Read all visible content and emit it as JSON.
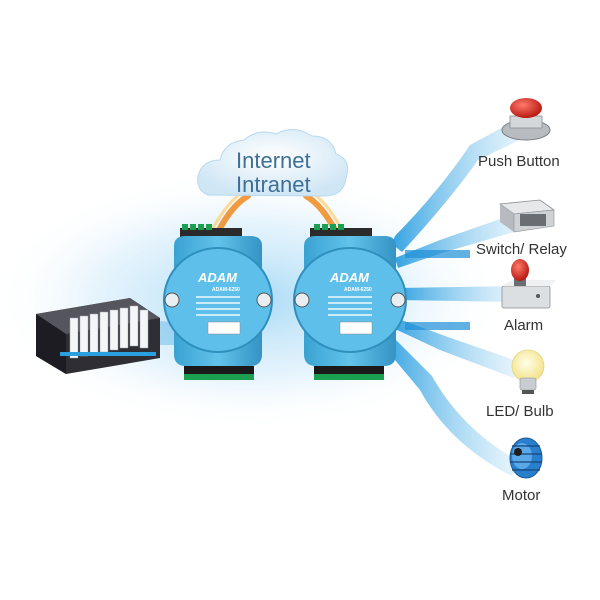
{
  "cloud": {
    "line1": "Internet",
    "line2": "Intranet"
  },
  "modules": [
    {
      "logo": "ADAM",
      "model": "ADAM-6250"
    },
    {
      "logo": "ADAM",
      "model": "ADAM-6250"
    }
  ],
  "devices": [
    {
      "label": "Push Button",
      "icon": "push-button-icon"
    },
    {
      "label": "Switch/ Relay",
      "icon": "relay-icon"
    },
    {
      "label": "Alarm",
      "icon": "alarm-light-icon"
    },
    {
      "label": "LED/ Bulb",
      "icon": "light-bulb-icon"
    },
    {
      "label": "Motor",
      "icon": "motor-icon"
    }
  ],
  "colors": {
    "module_body": "#52b6e0",
    "module_dark": "#2e8fbf",
    "beam": "#3aa6e2",
    "cloud_text": "#3f6f96",
    "arc": "#f29a2e"
  }
}
